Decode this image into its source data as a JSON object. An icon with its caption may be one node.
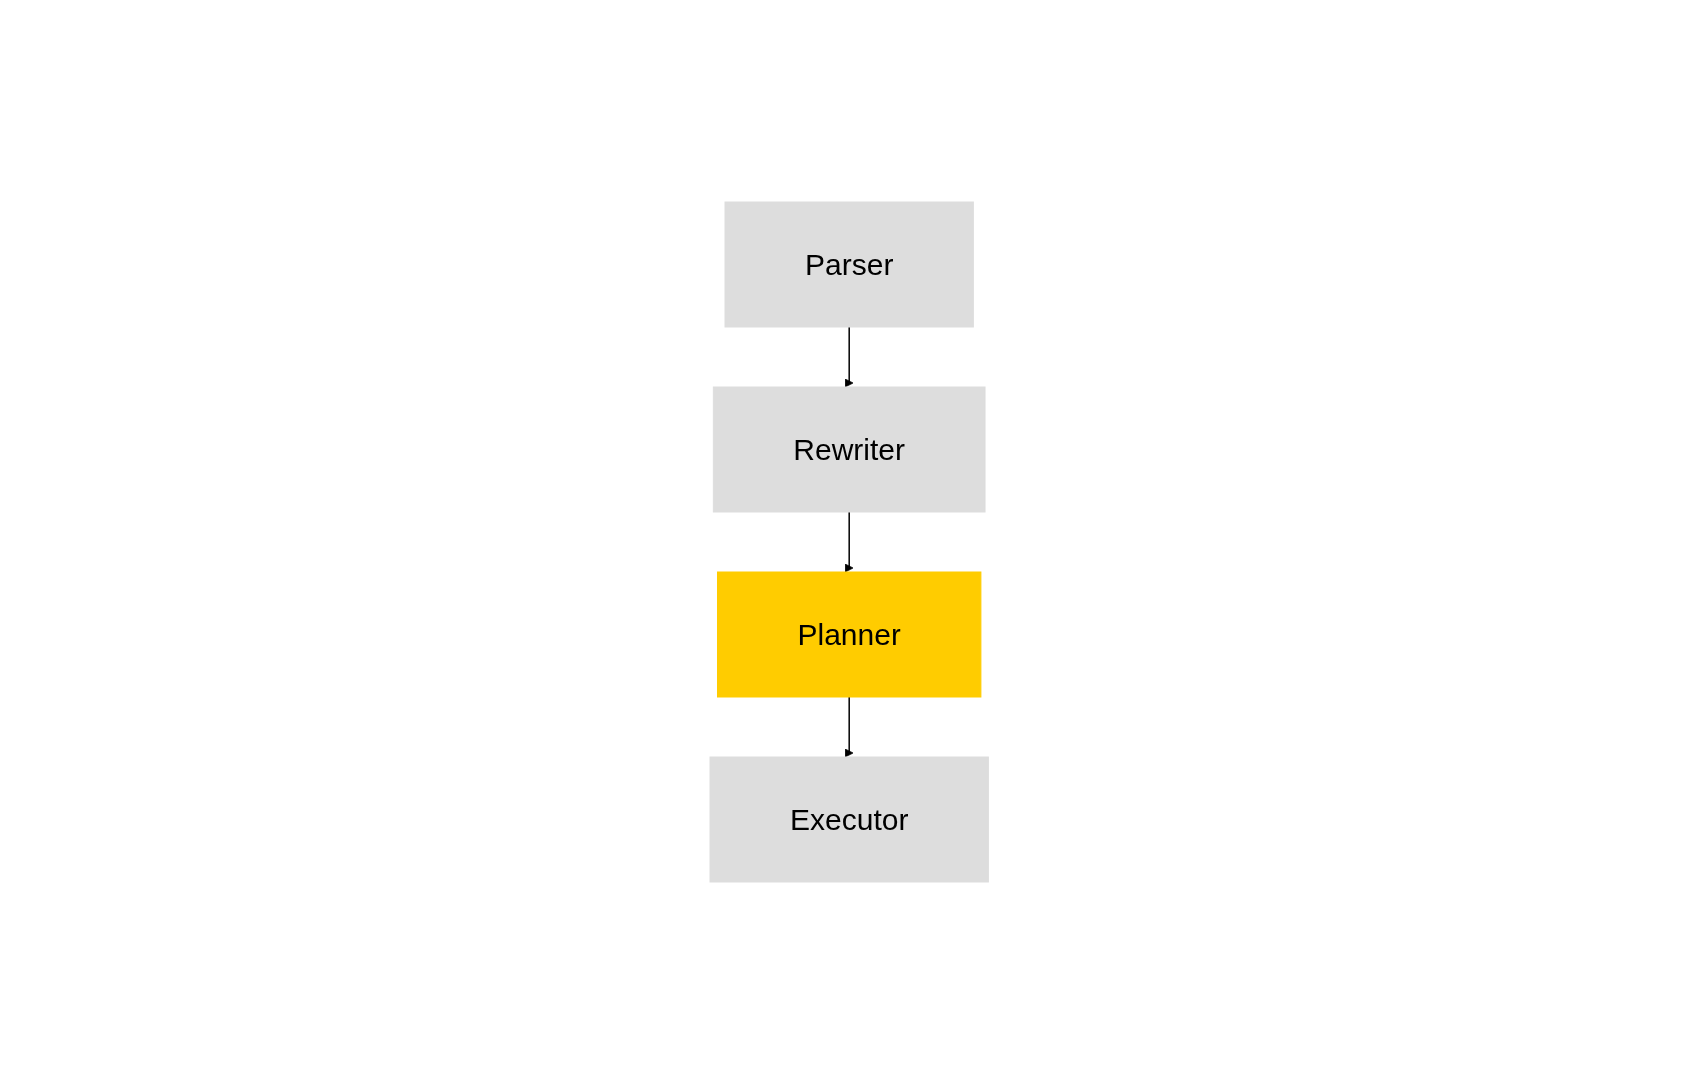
{
  "diagram": {
    "nodes": [
      {
        "text": [
          "Parser"
        ]
      },
      {
        "text": [
          "Rewriter"
        ]
      },
      {
        "text": [
          "Planner"
        ]
      },
      {
        "text": [
          "Executor"
        ]
      }
    ],
    "edges": [
      {
        "from": 0,
        "to": 1,
        "arrow": "to"
      },
      {
        "from": 1,
        "to": 2,
        "arrow": "to"
      },
      {
        "from": 2,
        "to": 3,
        "arrow": "to"
      }
    ]
  }
}
